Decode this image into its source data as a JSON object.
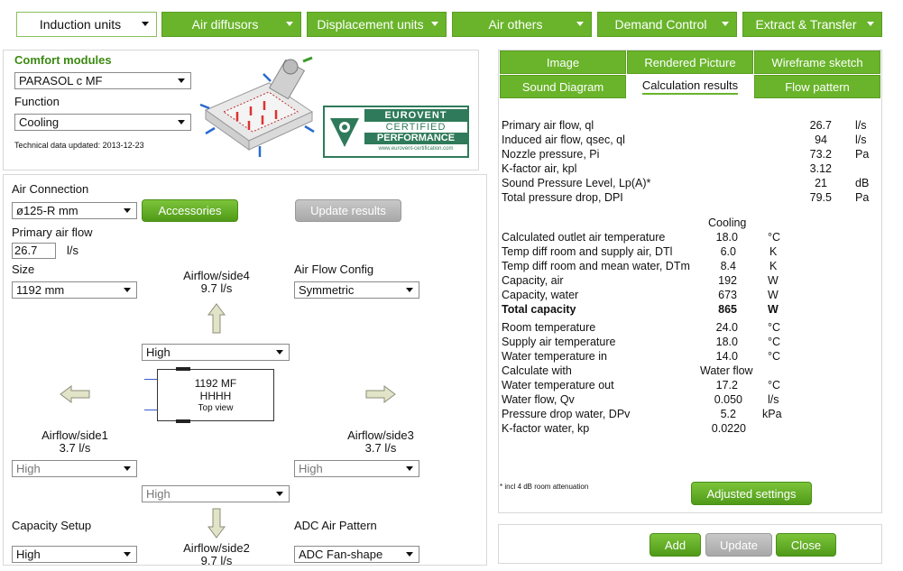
{
  "nav": {
    "tabs": [
      {
        "label": "Induction units"
      },
      {
        "label": "Air diffusors"
      },
      {
        "label": "Displacement units"
      },
      {
        "label": "Air others"
      },
      {
        "label": "Demand Control"
      },
      {
        "label": "Extract & Transfer"
      }
    ]
  },
  "product": {
    "heading": "Comfort modules",
    "model_value": "PARASOL c MF",
    "function_label": "Function",
    "function_value": "Cooling",
    "updated": "Technical data updated: 2013-12-23",
    "eurovent_line1": "EUROVENT",
    "eurovent_line2": "CERTIFIED",
    "eurovent_line3": "PERFORMANCE",
    "eurovent_url": "www.eurovent-certification.com"
  },
  "config": {
    "air_connection_label": "Air Connection",
    "air_connection_value": "ø125-R mm",
    "accessories_btn": "Accessories",
    "update_results_btn": "Update results",
    "primary_air_flow_label": "Primary air flow",
    "primary_air_flow_value": "26.7",
    "primary_air_flow_unit": "l/s",
    "size_label": "Size",
    "size_value": "1192 mm",
    "air_flow_config_label": "Air Flow Config",
    "air_flow_config_value": "Symmetric",
    "side4_title": "Airflow/side4",
    "side4_value": "9.7 l/s",
    "side4_select": "High",
    "side1_title": "Airflow/side1",
    "side1_value": "3.7 l/s",
    "side1_select": "High",
    "side3_title": "Airflow/side3",
    "side3_value": "3.7 l/s",
    "side3_select": "High",
    "side2_title": "Airflow/side2",
    "side2_value": "9.7 l/s",
    "side2_select": "High",
    "unit_line1": "1192 MF",
    "unit_line2": "HHHH",
    "unit_line3": "Top view",
    "capacity_setup_label": "Capacity Setup",
    "capacity_setup_value": "High",
    "adc_label": "ADC Air Pattern",
    "adc_value": "ADC Fan-shape"
  },
  "view_tabs": {
    "image": "Image",
    "rendered": "Rendered Picture",
    "wireframe": "Wireframe sketch",
    "sound": "Sound Diagram",
    "calc": "Calculation results",
    "flow": "Flow pattern"
  },
  "results_top": [
    {
      "label": "Primary air flow, ql",
      "value": "26.7",
      "unit": "l/s"
    },
    {
      "label": "Induced air flow, qsec, ql",
      "value": "94",
      "unit": "l/s"
    },
    {
      "label": "Nozzle pressure, Pi",
      "value": "73.2",
      "unit": "Pa"
    },
    {
      "label": "K-factor air, kpl",
      "value": "3.12",
      "unit": ""
    },
    {
      "label": "Sound Pressure Level, Lp(A)*",
      "value": "21",
      "unit": "dB"
    },
    {
      "label": "Total pressure drop, DPI",
      "value": "79.5",
      "unit": "Pa"
    }
  ],
  "cooling_header": "Cooling",
  "results_cooling": [
    {
      "label": "Calculated outlet air temperature",
      "value": "18.0",
      "unit": "°C"
    },
    {
      "label": "Temp diff room and supply air, DTl",
      "value": "6.0",
      "unit": "K"
    },
    {
      "label": "Temp diff room and mean water, DTm",
      "value": "8.4",
      "unit": "K"
    },
    {
      "label": "Capacity, air",
      "value": "192",
      "unit": "W"
    },
    {
      "label": "Capacity, water",
      "value": "673",
      "unit": "W"
    },
    {
      "label": "Total capacity",
      "value": "865",
      "unit": "W"
    }
  ],
  "results_conditions": [
    {
      "label": "Room temperature",
      "value": "24.0",
      "unit": "°C"
    },
    {
      "label": "Supply air temperature",
      "value": "18.0",
      "unit": "°C"
    },
    {
      "label": "Water temperature in",
      "value": "14.0",
      "unit": "°C"
    },
    {
      "label": "Calculate with",
      "value": "Water flow",
      "unit": ""
    },
    {
      "label": "Water temperature out",
      "value": "17.2",
      "unit": "°C"
    },
    {
      "label": "Water flow, Qv",
      "value": "0.050",
      "unit": "l/s"
    },
    {
      "label": "Pressure drop water, DPv",
      "value": "5.2",
      "unit": "kPa"
    },
    {
      "label": "K-factor water, kp",
      "value": "0.0220",
      "unit": ""
    }
  ],
  "footnote": "* incl 4 dB room attenuation",
  "adjusted_btn": "Adjusted settings",
  "footer": {
    "add": "Add",
    "update": "Update",
    "close": "Close"
  }
}
